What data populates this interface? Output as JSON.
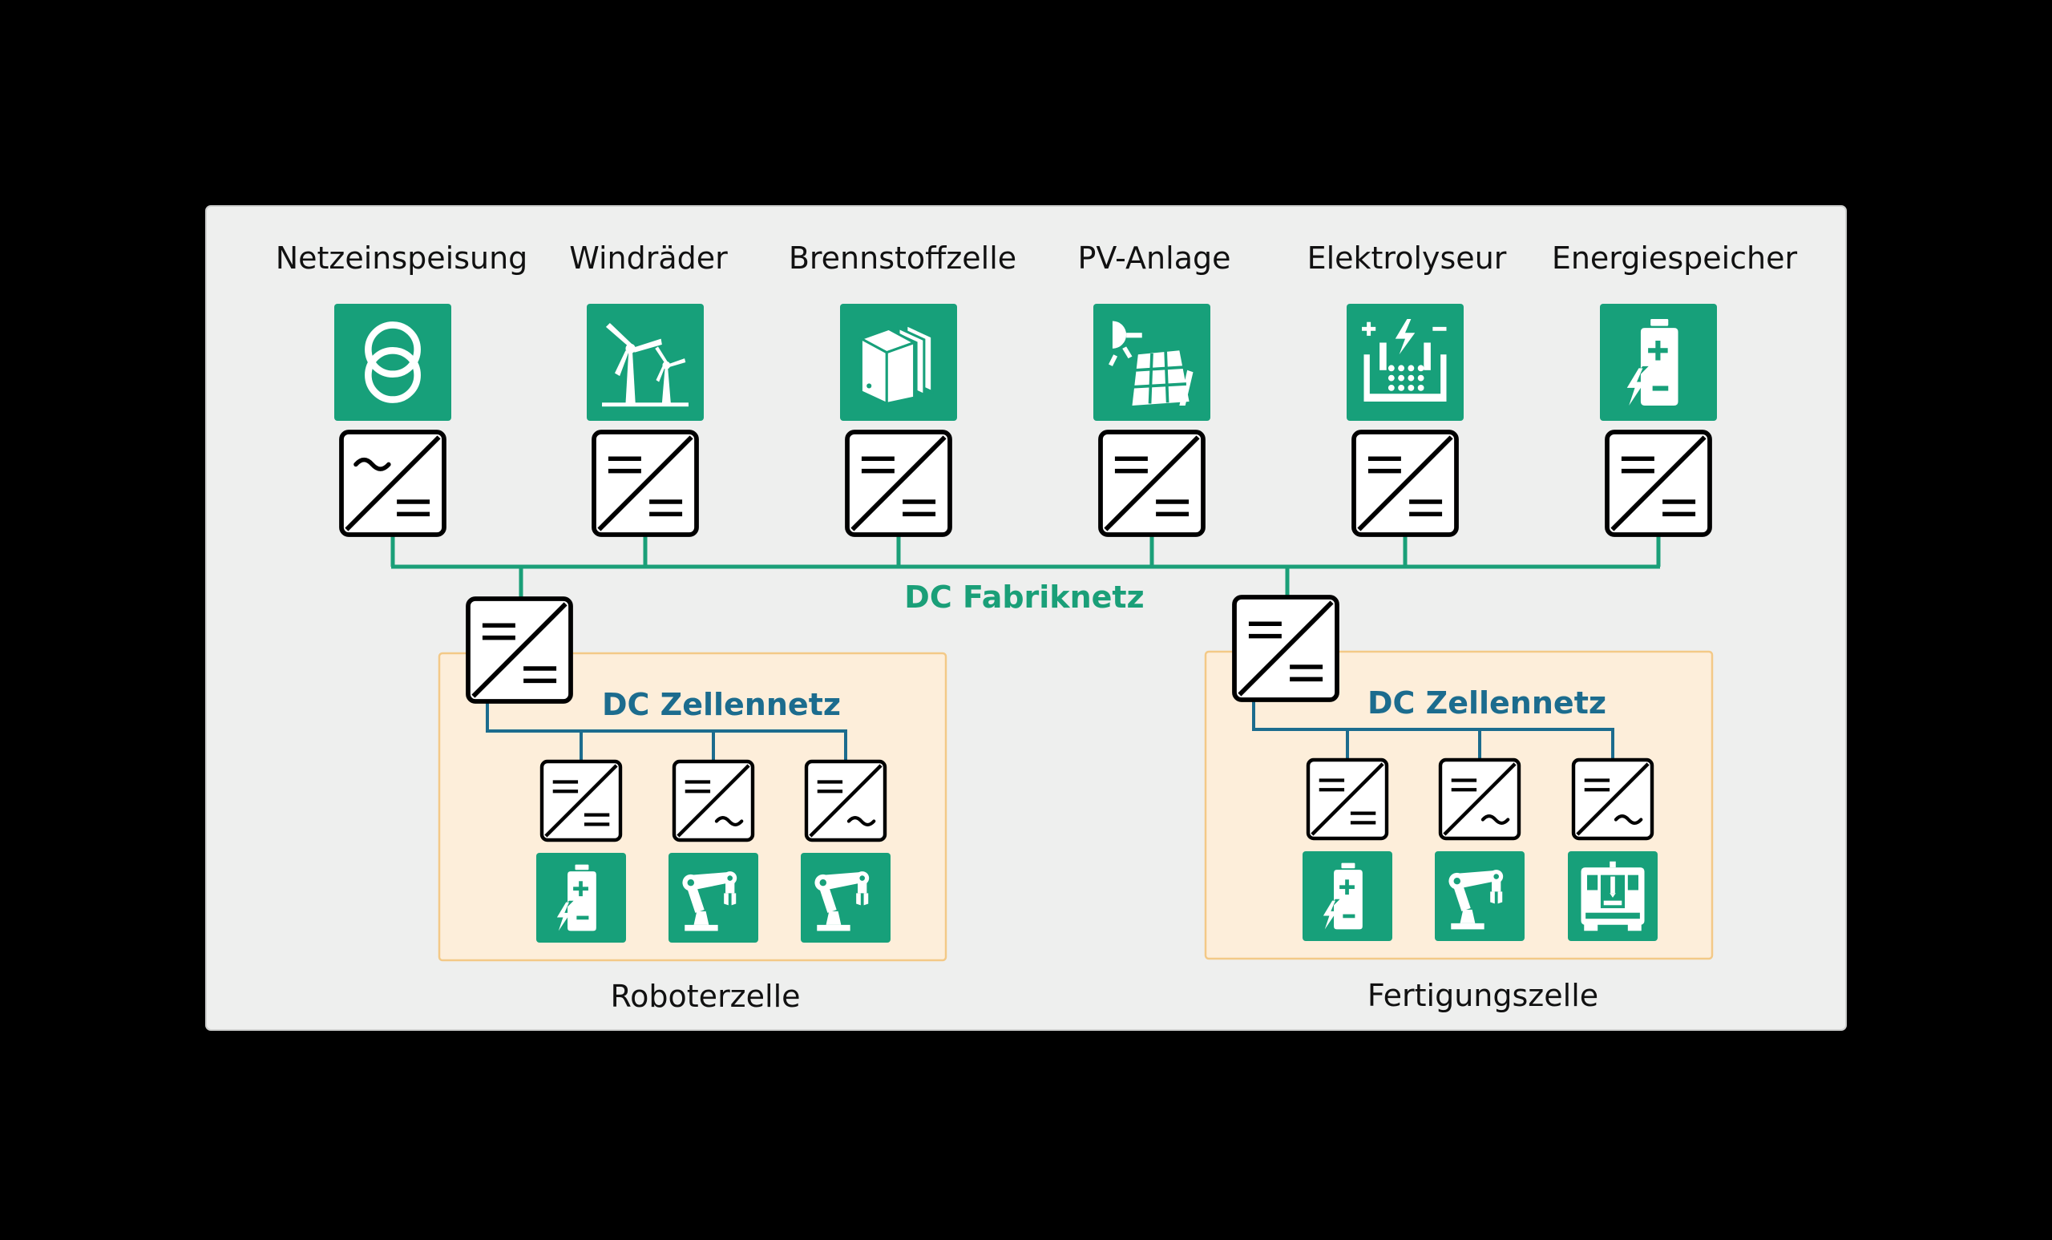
{
  "diagram": {
    "top_sources": [
      {
        "label": "Netzeinspeisung",
        "icon": "transformer-icon",
        "converter_input": "ac"
      },
      {
        "label": "Windräder",
        "icon": "wind-turbine-icon",
        "converter_input": "dc"
      },
      {
        "label": "Brennstoffzelle",
        "icon": "fuel-cell-icon",
        "converter_input": "dc"
      },
      {
        "label": "PV-Anlage",
        "icon": "solar-panel-icon",
        "converter_input": "dc"
      },
      {
        "label": "Elektrolyseur",
        "icon": "electrolyzer-icon",
        "converter_input": "dc"
      },
      {
        "label": "Energiespeicher",
        "icon": "battery-icon",
        "converter_input": "dc"
      }
    ],
    "factory_bus_label": "DC Fabriknetz",
    "cells": [
      {
        "name": "Roboterzelle",
        "bus_label": "DC Zellennetz",
        "loads": [
          {
            "icon": "battery-icon",
            "converter_output": "dc"
          },
          {
            "icon": "robot-arm-icon",
            "converter_output": "ac"
          },
          {
            "icon": "robot-arm-icon",
            "converter_output": "ac"
          }
        ]
      },
      {
        "name": "Fertigungszelle",
        "bus_label": "DC Zellennetz",
        "loads": [
          {
            "icon": "battery-icon",
            "converter_output": "dc"
          },
          {
            "icon": "robot-arm-icon",
            "converter_output": "ac"
          },
          {
            "icon": "cnc-machine-icon",
            "converter_output": "ac"
          }
        ]
      }
    ],
    "colors": {
      "panel_bg": "#eeefee",
      "icon_green": "#17a07a",
      "factory_bus": "#1a9f78",
      "cell_bus": "#1c6c8e",
      "cell_bg": "#fdeeda",
      "cell_border": "#f3c987"
    }
  }
}
